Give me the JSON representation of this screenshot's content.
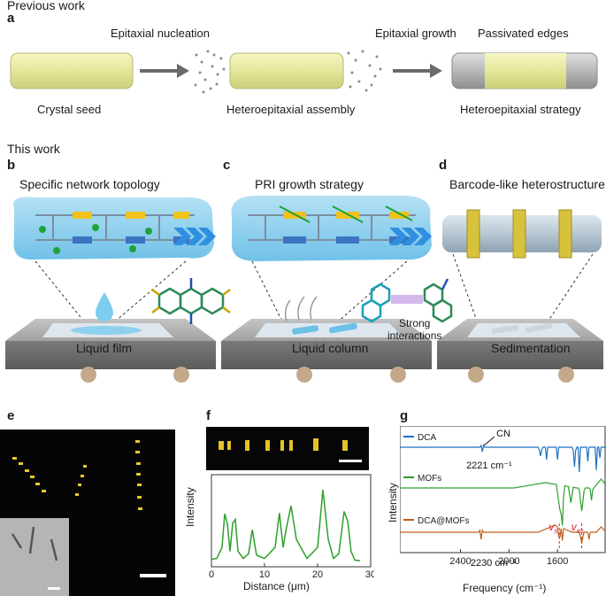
{
  "top": {
    "header": "Previous work",
    "panel": "a",
    "step1_top": "Epitaxial nucleation",
    "step2_top": "Epitaxial growth",
    "step3_top": "Passivated edges",
    "seed": "Crystal seed",
    "assembly": "Heteroepitaxial assembly",
    "strategy": "Heteroepitaxial strategy"
  },
  "middle": {
    "header": "This work",
    "b": {
      "label": "b",
      "title": "Specific network topology",
      "stage": "Liquid film"
    },
    "c": {
      "label": "c",
      "title": "PRI growth strategy",
      "stage": "Liquid column"
    },
    "d": {
      "label": "d",
      "title": "Barcode-like heterostructure",
      "stage": "Sedimentation"
    },
    "interaction": "Strong\ninteractions"
  },
  "bottom": {
    "e": {
      "label": "e"
    },
    "f": {
      "label": "f",
      "ylabel": "Intensity",
      "xlabel": "Distance (μm)",
      "xticks": [
        "0",
        "10",
        "20",
        "30"
      ]
    },
    "g": {
      "label": "g",
      "ylabel": "Intensity",
      "xlabel": "Frequency (cm⁻¹)",
      "xticks": [
        "2400",
        "2000",
        "1600"
      ],
      "legend": [
        "DCA",
        "MOFs",
        "DCA@MOFs"
      ],
      "colors": [
        "#1f6fc5",
        "#2ca02c",
        "#c0601a"
      ],
      "annot_cn": "CN",
      "annot_2221": "2221 cm⁻¹",
      "annot_2230": "2230 cm⁻¹",
      "vs": "v",
      "vs_sub": "s",
      "vas": "v",
      "vas_sub": "as"
    }
  },
  "chart_data": [
    {
      "type": "line",
      "panel": "f",
      "xlabel": "Distance (μm)",
      "ylabel": "Intensity",
      "xlim": [
        0,
        30
      ],
      "x": [
        0,
        1,
        2,
        2.5,
        3,
        3.5,
        4,
        4.5,
        5,
        6,
        7,
        7.7,
        8.5,
        10,
        12,
        12.8,
        13.5,
        14,
        15,
        16,
        18,
        20,
        21,
        22,
        23,
        24,
        25,
        25.7,
        26.3,
        27,
        28
      ],
      "values": [
        0.05,
        0.06,
        0.2,
        0.62,
        0.5,
        0.15,
        0.5,
        0.55,
        0.15,
        0.06,
        0.12,
        0.42,
        0.1,
        0.06,
        0.2,
        0.63,
        0.2,
        0.4,
        0.72,
        0.3,
        0.06,
        0.2,
        0.92,
        0.3,
        0.06,
        0.12,
        0.65,
        0.52,
        0.15,
        0.04,
        0.03
      ]
    },
    {
      "type": "line",
      "panel": "g",
      "xlabel": "Frequency (cm⁻¹)",
      "ylabel": "Intensity",
      "xlim": [
        2900,
        1200
      ],
      "series": [
        {
          "name": "DCA"
        },
        {
          "name": "MOFs"
        },
        {
          "name": "DCA@MOFs"
        }
      ]
    }
  ]
}
